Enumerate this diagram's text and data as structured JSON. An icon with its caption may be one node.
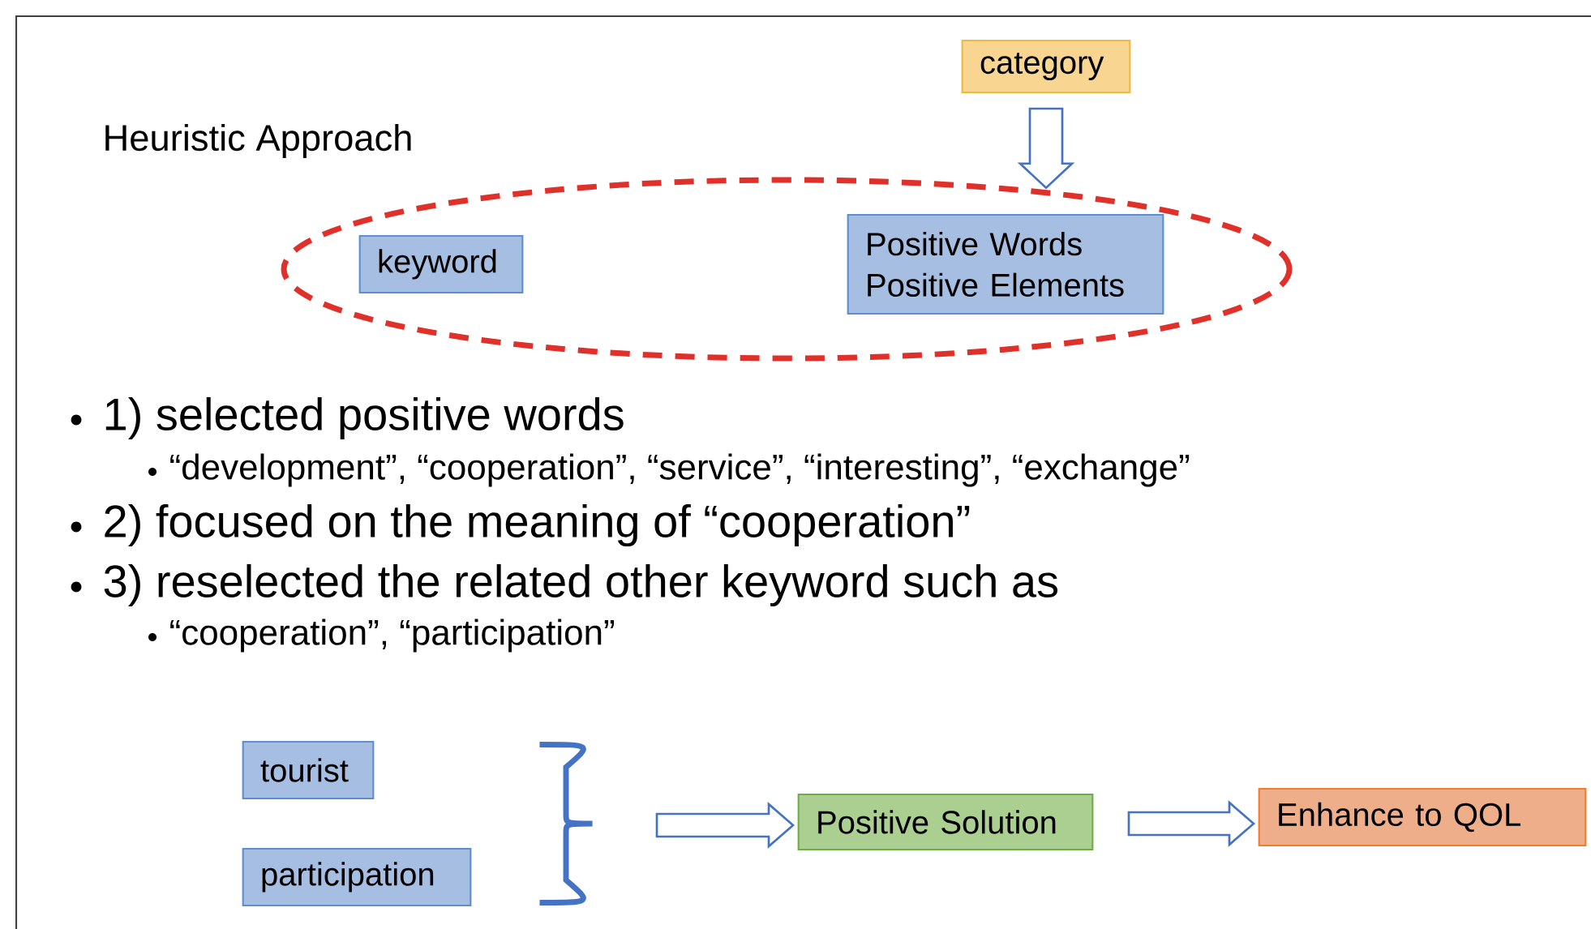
{
  "diagram": {
    "title": "Heuristic Approach",
    "nodes": [
      {
        "text": [
          "category"
        ]
      },
      {
        "text": [],
        "shape": "ellipse"
      },
      {
        "text": [
          "keyword"
        ],
        "in": 1
      },
      {
        "text": [
          "Positive Words",
          "Positive Elements"
        ],
        "in": 1
      },
      {
        "text": [
          "tourist"
        ]
      },
      {
        "text": [
          "participation"
        ]
      },
      {
        "text": [],
        "shape": "brace"
      },
      {
        "text": [
          "Positive Solution"
        ]
      },
      {
        "text": [
          "Enhance to QOL"
        ]
      }
    ],
    "edges": [
      {
        "from": 0,
        "to": 1,
        "arrow": "to"
      },
      {
        "from": 6,
        "to": 7,
        "arrow": "to"
      },
      {
        "from": 7,
        "to": 8,
        "arrow": "to"
      }
    ],
    "labels": [
      "1) selected positive words",
      "“development”, “cooperation”, “service”, “interesting”, “exchange”",
      "2) focused on the meaning of “cooperation”",
      "3) reselected the related other keyword such as",
      "“cooperation”, “participation”"
    ]
  }
}
